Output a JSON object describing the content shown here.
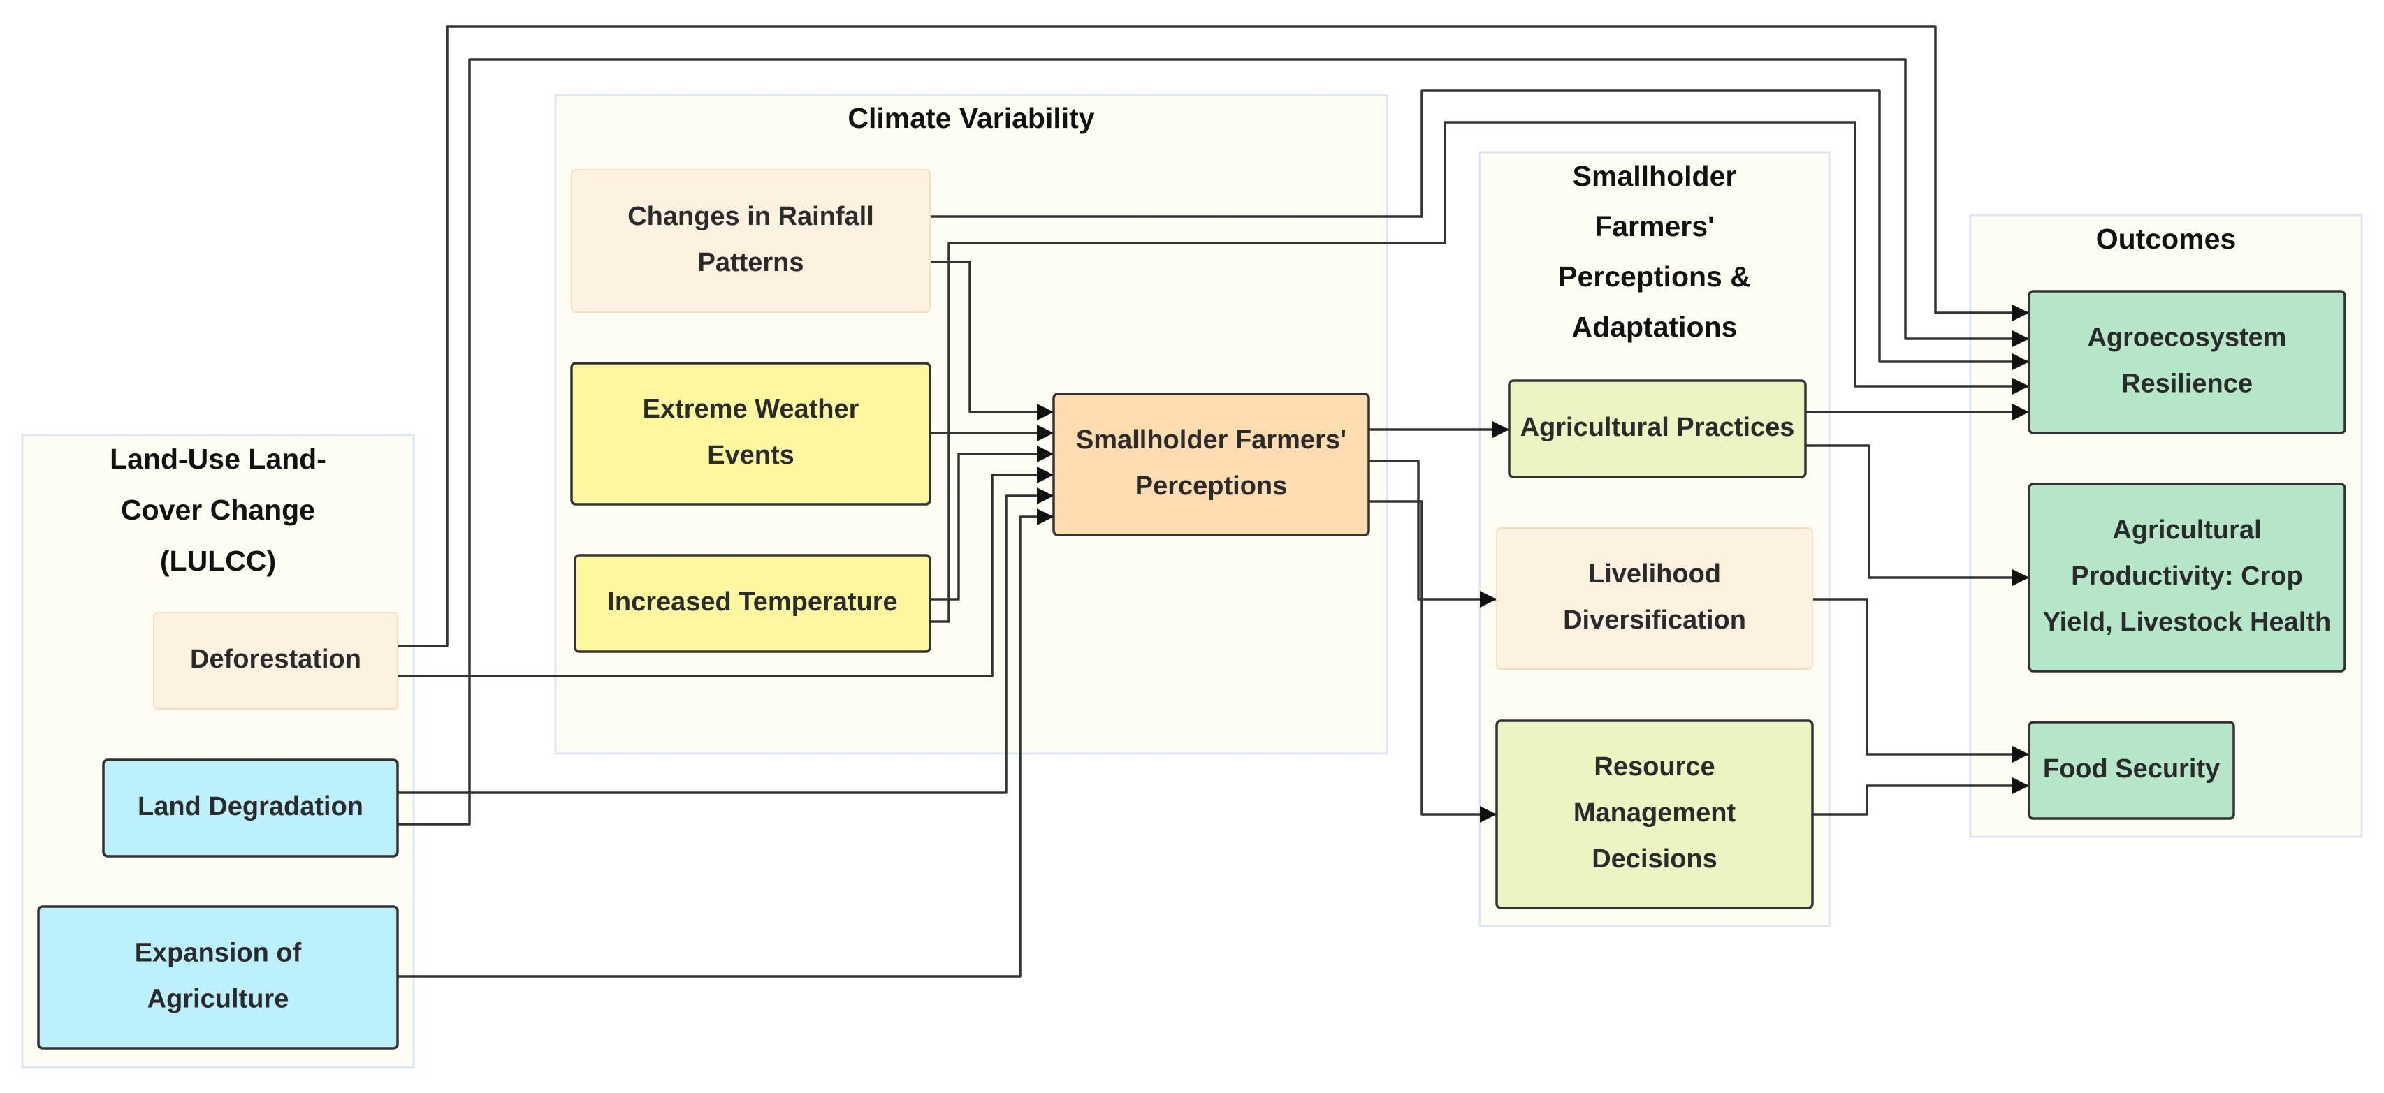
{
  "groups": {
    "lulcc": {
      "title": [
        "Land-Use Land-",
        "Cover Change",
        "(LULCC)"
      ]
    },
    "climate": {
      "title": [
        "Climate Variability"
      ]
    },
    "adaptations": {
      "title": [
        "Smallholder",
        "Farmers'",
        "Perceptions &",
        "Adaptations"
      ]
    },
    "outcomes": {
      "title": [
        "Outcomes"
      ]
    }
  },
  "nodes": {
    "rainfall": {
      "label": [
        "Changes in Rainfall",
        "Patterns"
      ],
      "color": "#fdf1df"
    },
    "extreme": {
      "label": [
        "Extreme Weather",
        "Events"
      ],
      "color": "#fdf7a0"
    },
    "temperature": {
      "label": [
        "Increased Temperature"
      ],
      "color": "#fdf7a0"
    },
    "deforestation": {
      "label": [
        "Deforestation"
      ],
      "color": "#fdf1df"
    },
    "degradation": {
      "label": [
        "Land Degradation"
      ],
      "color": "#bdf0fd"
    },
    "expansion": {
      "label": [
        "Expansion of",
        "Agriculture"
      ],
      "color": "#bdf0fd"
    },
    "perceptions": {
      "label": [
        "Smallholder Farmers'",
        "Perceptions"
      ],
      "color": "#fddcaf"
    },
    "practices": {
      "label": [
        "Agricultural Practices"
      ],
      "color": "#ecf5c2"
    },
    "livelihood": {
      "label": [
        "Livelihood",
        "Diversification"
      ],
      "color": "#fdf1df"
    },
    "resource": {
      "label": [
        "Resource",
        "Management",
        "Decisions"
      ],
      "color": "#ecf5c2"
    },
    "resilience": {
      "label": [
        "Agroecosystem",
        "Resilience"
      ],
      "color": "#b5e6c8"
    },
    "productivity": {
      "label": [
        "Agricultural",
        "Productivity: Crop",
        "Yield, Livestock Health"
      ],
      "color": "#b5e6c8"
    },
    "food": {
      "label": [
        "Food Security"
      ],
      "color": "#b5e6c8"
    }
  },
  "edges": [
    {
      "from": "rainfall",
      "to": "perceptions"
    },
    {
      "from": "extreme",
      "to": "perceptions"
    },
    {
      "from": "temperature",
      "to": "perceptions"
    },
    {
      "from": "deforestation",
      "to": "perceptions"
    },
    {
      "from": "degradation",
      "to": "perceptions"
    },
    {
      "from": "expansion",
      "to": "perceptions"
    },
    {
      "from": "perceptions",
      "to": "practices"
    },
    {
      "from": "perceptions",
      "to": "livelihood"
    },
    {
      "from": "perceptions",
      "to": "resource"
    },
    {
      "from": "deforestation",
      "to": "resilience"
    },
    {
      "from": "degradation",
      "to": "resilience"
    },
    {
      "from": "rainfall",
      "to": "resilience"
    },
    {
      "from": "temperature",
      "to": "resilience"
    },
    {
      "from": "practices",
      "to": "resilience"
    },
    {
      "from": "practices",
      "to": "productivity"
    },
    {
      "from": "livelihood",
      "to": "food"
    },
    {
      "from": "resource",
      "to": "food"
    }
  ]
}
